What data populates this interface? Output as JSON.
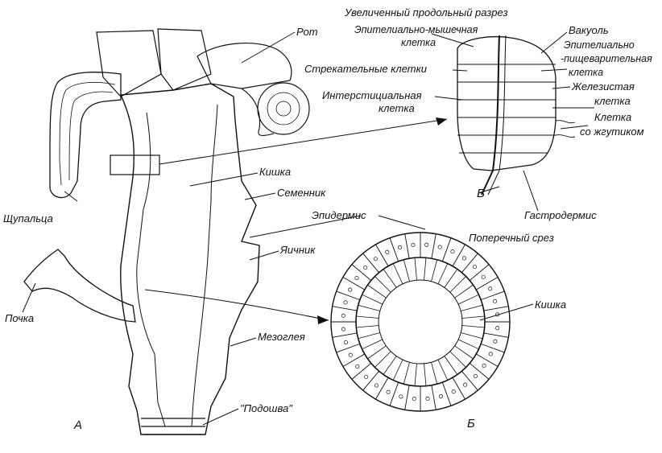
{
  "header": {
    "longitudinal_section": "Увеличенный продольный разрез",
    "cross_section": "Поперечный срез"
  },
  "labels": {
    "mouth": "Рот",
    "epithelial_muscle_cell_1": "Эпителиально-мышечная",
    "epithelial_muscle_cell_2": "клетка",
    "vacuole": "Вакуоль",
    "epithelial_digestive_1": "Эпителиально",
    "epithelial_digestive_2": "-пищеварительная",
    "epithelial_digestive_3": "клетка",
    "stinging_cells": "Стрекательные клетки",
    "interstitial_1": "Интерстициальная",
    "interstitial_2": "клетка",
    "glandular_1": "Железистая",
    "glandular_2": "клетка",
    "flagellum_1": "Клетка",
    "flagellum_2": "со жгутиком",
    "gut_a": "Кишка",
    "testis": "Семенник",
    "tentacles": "Щупальца",
    "epidermis": "Эпидермис",
    "gastrodermis": "Гастродермис",
    "ovary": "Яичник",
    "kidney": "Почка",
    "gut_b": "Кишка",
    "mesoglea": "Мезоглея",
    "sole": "\"Подошва\""
  },
  "panel_letters": {
    "a": "А",
    "b": "Б",
    "v": "В"
  }
}
